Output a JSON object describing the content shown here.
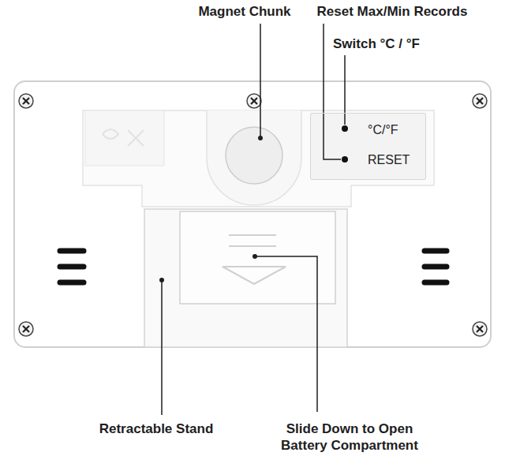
{
  "diagram": {
    "nodes": [
      {
        "text": [
          "°C/°F",
          "RESET"
        ]
      }
    ],
    "labels": [
      "Magnet Chunk",
      "Reset Max/Min Records",
      "Switch °C / °F",
      "Retractable Stand",
      "Slide Down to Open Battery Compartment"
    ]
  }
}
